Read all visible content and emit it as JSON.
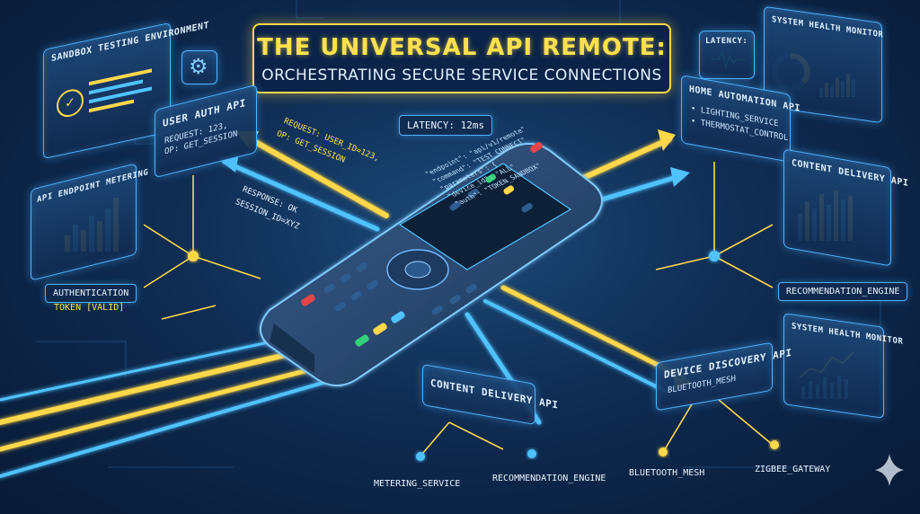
{
  "title": {
    "main": "THE UNIVERSAL API REMOTE:",
    "subtitle": "ORCHESTRATING SECURE SERVICE CONNECTIONS"
  },
  "panels": {
    "sandbox": "SANDBOX TESTING ENVIRONMENT",
    "user_auth": "USER AUTH API",
    "user_auth_request": "REQUEST: 123,",
    "user_auth_op": "OP: GET_SESSION",
    "metering": "API ENDPOINT METERING",
    "authentication": "AUTHENTICATION",
    "token": "TOKEN [VALID]",
    "latency_top": "LATENCY:",
    "system_health_top": "SYSTEM HEALTH MONITOR",
    "home_automation": "HOME AUTOMATION API",
    "lighting": "LIGHTING_SERVICE",
    "thermostat": "THERMOSTAT_CONTROL",
    "content_delivery_right": "CONTENT DELIVERY API",
    "recommendation_right": "RECOMMENDATION_ENGINE",
    "system_health_bottom": "SYSTEM HEALTH MONITOR",
    "device_discovery": "DEVICE DISCOVERY API",
    "bluetooth_sub": "BLUETOOTH_MESH",
    "content_delivery_bottom": "CONTENT DELIVERY API",
    "metering_service": "METERING_SERVICE",
    "recommendation_bottom": "RECOMMENDATION_ENGINE",
    "bluetooth_mesh": "BLUETOOTH_MESH",
    "zigbee": "ZIGBEE_GATEWAY"
  },
  "flows": {
    "latency_center": "LATENCY: 12ms",
    "request": "REQUEST: USER_ID=123,",
    "request_op": "OP: GET_SESSION",
    "response": "RESPONSE: OK",
    "response_session": "SESSION_ID=xyz"
  },
  "remote_screen": [
    "\"endpoint\": \"api/v1/remote\"",
    "\"command\": \"TEST_CONNECT\"",
    "\"parameters\": {",
    "\"device_id\": \"ALL\"",
    "\"auth\": \"TOKEN_SANDBOX\""
  ],
  "icons": [
    "gear-icon",
    "shield-check-icon",
    "waveform-icon",
    "gauge-icon",
    "sparkle-icon"
  ],
  "colors": {
    "background": "#0f2c52",
    "panel_border": "#4fb3ff",
    "yellow_flow": "#ffd84a",
    "blue_flow": "#4fc3ff",
    "accent_green": "#33d17a",
    "accent_red": "#e8454a"
  }
}
